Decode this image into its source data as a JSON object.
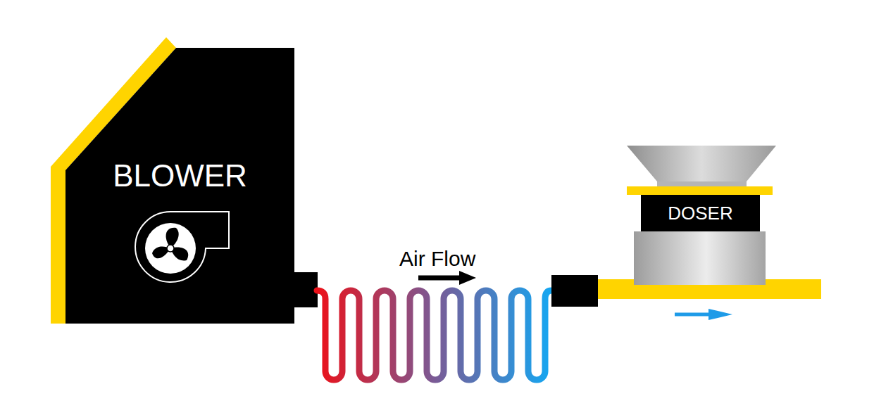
{
  "diagram": {
    "nodes": [
      {
        "text": [
          "BLOWER"
        ]
      },
      {
        "text": [
          "DOSER"
        ]
      }
    ],
    "labels": [
      "Air Flow"
    ]
  }
}
